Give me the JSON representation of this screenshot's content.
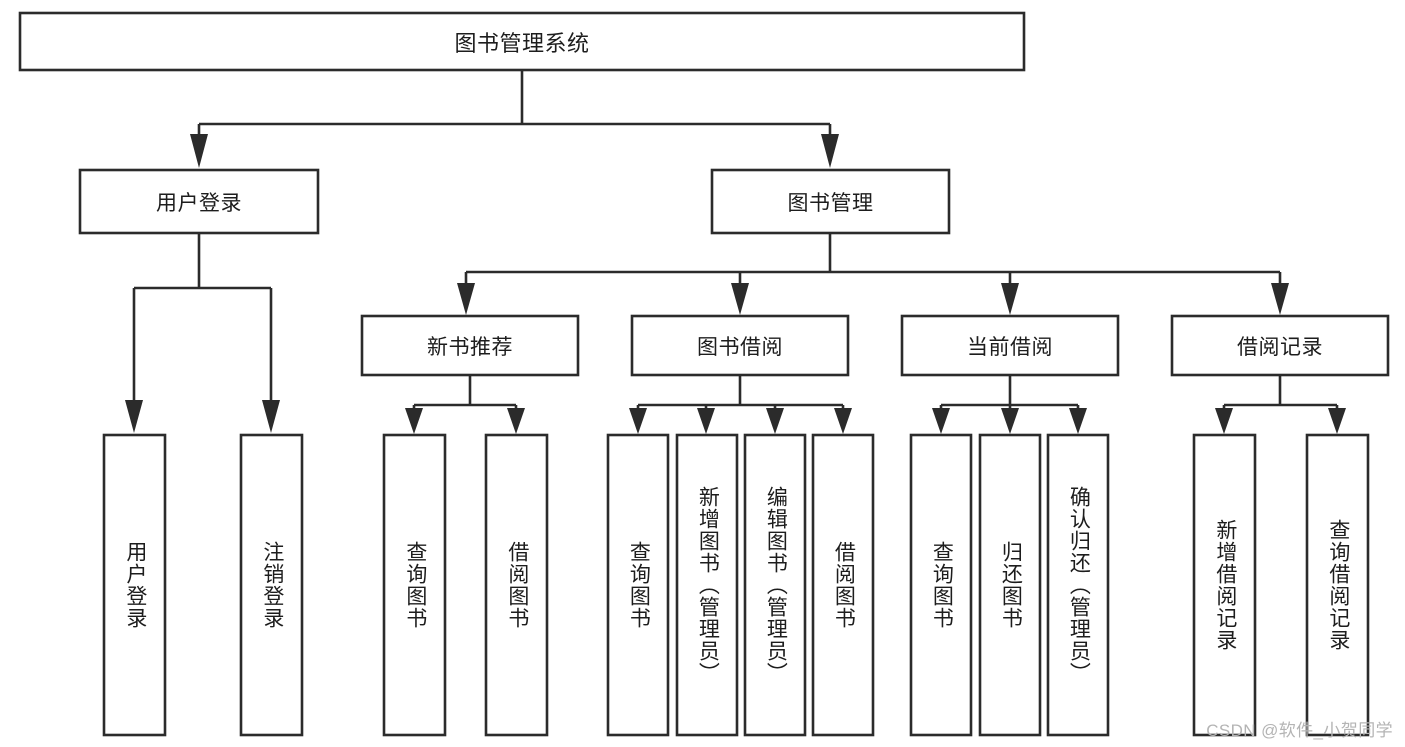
{
  "diagram": {
    "title": "图书管理系统",
    "watermark": "CSDN @软件_小贺同学",
    "colors": {
      "stroke": "#2b2b2b",
      "fill": "#ffffff",
      "text": "#1d1d1d",
      "watermark": "#b4b4b4"
    },
    "level1": {
      "label": "图书管理系统"
    },
    "level2": [
      {
        "label": "用户登录"
      },
      {
        "label": "图书管理"
      }
    ],
    "level3": [
      {
        "label": "新书推荐"
      },
      {
        "label": "图书借阅"
      },
      {
        "label": "当前借阅"
      },
      {
        "label": "借阅记录"
      }
    ],
    "leaves": {
      "user_login": [
        {
          "label": "用户登录"
        },
        {
          "label": "注销登录"
        }
      ],
      "new_book": [
        {
          "label": "查询图书"
        },
        {
          "label": "借阅图书"
        }
      ],
      "book_borrow": [
        {
          "label": "查询图书"
        },
        {
          "label": "新增图书（管理员）"
        },
        {
          "label": "编辑图书（管理员）"
        },
        {
          "label": "借阅图书"
        }
      ],
      "current_borrow": [
        {
          "label": "查询图书"
        },
        {
          "label": "归还图书"
        },
        {
          "label": "确认归还（管理员）"
        }
      ],
      "borrow_record": [
        {
          "label": "新增借阅记录"
        },
        {
          "label": "查询借阅记录"
        }
      ]
    }
  }
}
